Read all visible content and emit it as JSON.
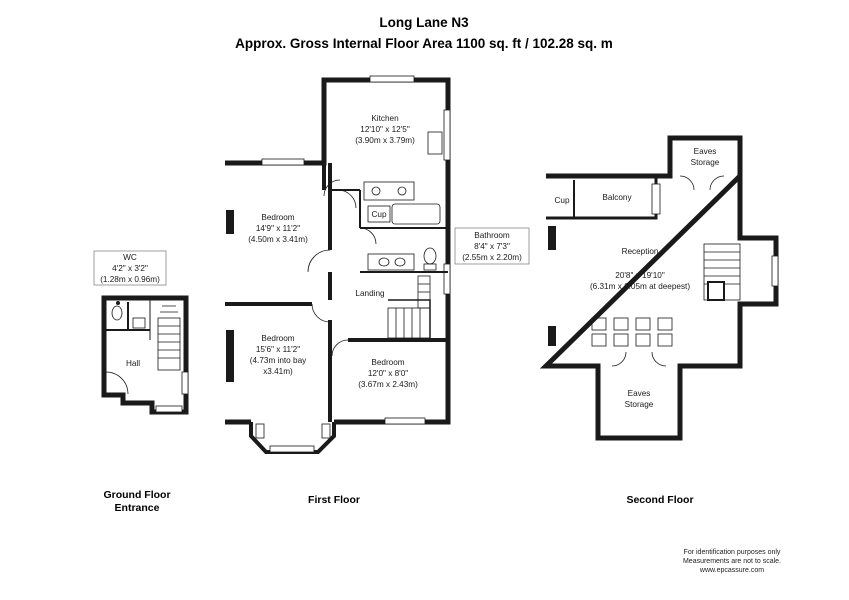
{
  "header": {
    "title": "Long Lane N3",
    "subtitle": "Approx. Gross Internal Floor Area 1100 sq. ft / 102.28 sq. m"
  },
  "rooms": {
    "kitchen": {
      "name": "Kitchen",
      "dim_imperial": "12'10\" x 12'5\"",
      "dim_metric": "(3.90m x 3.79m)"
    },
    "bedroom1": {
      "name": "Bedroom",
      "dim_imperial": "14'9\" x 11'2\"",
      "dim_metric": "(4.50m x 3.41m)"
    },
    "bedroom2": {
      "name": "Bedroom",
      "dim_imperial": "15'6\" x 11'2\"",
      "dim_metric": "(4.73m into bay",
      "dim_extra": "x3.41m)"
    },
    "bedroom3": {
      "name": "Bedroom",
      "dim_imperial": "12'0\" x 8'0\"",
      "dim_metric": "(3.67m x 2.43m)"
    },
    "bathroom": {
      "name": "Bathroom",
      "dim_imperial": "8'4\" x 7'3\"",
      "dim_metric": "(2.55m x 2.20m)"
    },
    "cup1": {
      "name": "Cup"
    },
    "landing": {
      "name": "Landing"
    },
    "wc": {
      "name": "WC",
      "dim_imperial": "4'2\" x 3'2\"",
      "dim_metric": "(1.28m x 0.96m)"
    },
    "hall": {
      "name": "Hall"
    },
    "cup2": {
      "name": "Cup"
    },
    "balcony": {
      "name": "Balcony"
    },
    "eaves_top": {
      "line1": "Eaves",
      "line2": "Storage"
    },
    "reception": {
      "name": "Reception",
      "dim_imperial": "20'8\" x 19'10\"",
      "dim_metric": "(6.31m x 6.05m at deepest)"
    },
    "eaves_bottom": {
      "line1": "Eaves",
      "line2": "Storage"
    }
  },
  "floors": {
    "ground_line1": "Ground Floor",
    "ground_line2": "Entrance",
    "first": "First Floor",
    "second": "Second Floor"
  },
  "footer": {
    "line1": "For identification purposes only",
    "line2": "Measurements are not to scale.",
    "line3": "www.epcassure.com"
  }
}
